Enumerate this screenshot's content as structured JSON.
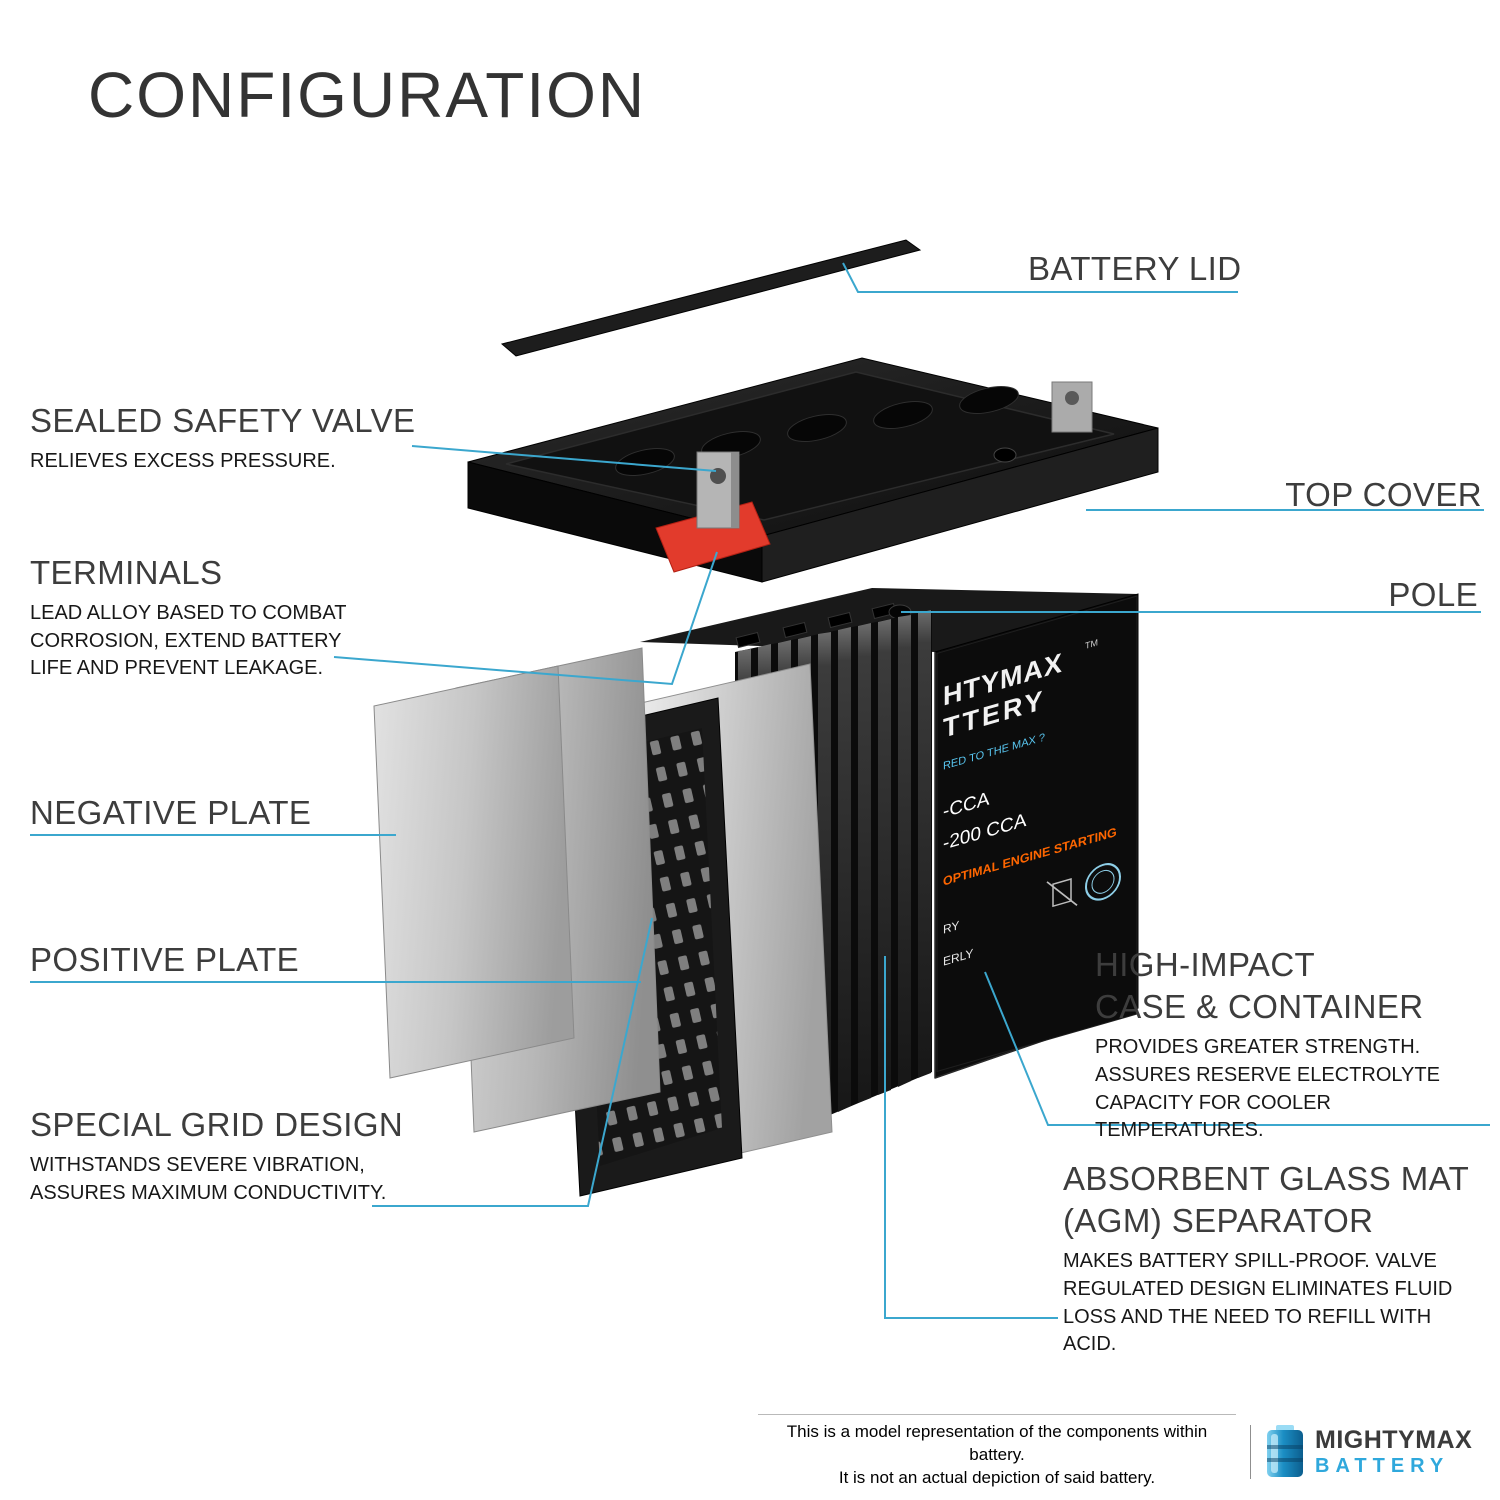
{
  "title": "CONFIGURATION",
  "callouts": {
    "battery_lid": {
      "label": "BATTERY LID"
    },
    "sealed_safety_valve": {
      "label": "SEALED SAFETY VALVE",
      "desc": "RELIEVES EXCESS PRESSURE."
    },
    "top_cover": {
      "label": "TOP COVER"
    },
    "terminals": {
      "label": "TERMINALS",
      "desc": "LEAD ALLOY BASED TO COMBAT\nCORROSION,  EXTEND BATTERY\nLIFE AND PREVENT LEAKAGE."
    },
    "pole": {
      "label": "POLE"
    },
    "negative_plate": {
      "label": "NEGATIVE PLATE"
    },
    "positive_plate": {
      "label": "POSITIVE PLATE"
    },
    "high_impact_case": {
      "label": "HIGH-IMPACT\nCASE & CONTAINER",
      "desc": "PROVIDES GREATER STRENGTH.\nASSURES RESERVE ELECTROLYTE\nCAPACITY FOR COOLER TEMPERATURES."
    },
    "special_grid_design": {
      "label": "SPECIAL GRID DESIGN",
      "desc": "WITHSTANDS SEVERE VIBRATION,\nASSURES MAXIMUM CONDUCTIVITY."
    },
    "agm_separator": {
      "label": "ABSORBENT GLASS MAT\n(AGM) SEPARATOR",
      "desc": "MAKES BATTERY SPILL-PROOF. VALVE\nREGULATED DESIGN ELIMINATES FLUID\nLOSS AND THE NEED TO REFILL WITH ACID."
    }
  },
  "battery_label": {
    "brand_line1": "HTYMAX",
    "tm": "TM",
    "brand_line2": "TTERY",
    "tagline": "RED TO THE MAX ?",
    "spec1": "-CCA",
    "spec2": "-200 CCA",
    "feature": "OPTIMAL ENGINE STARTING",
    "partial1": "RY",
    "partial2": "ERLY"
  },
  "footer": {
    "line1": "This is a model representation of the components within battery.",
    "line2": "It is not an actual depiction of said battery.",
    "brand_top": "MIGHTYMAX",
    "brand_bottom": "BATTERY"
  },
  "colors": {
    "accent_leader_line": "#3BA7CE",
    "heading_text": "#3D3D3D",
    "label_feature_orange": "#FF6600",
    "brand_blue": "#2FA8DC",
    "terminal_base_red": "#E23B2C"
  }
}
